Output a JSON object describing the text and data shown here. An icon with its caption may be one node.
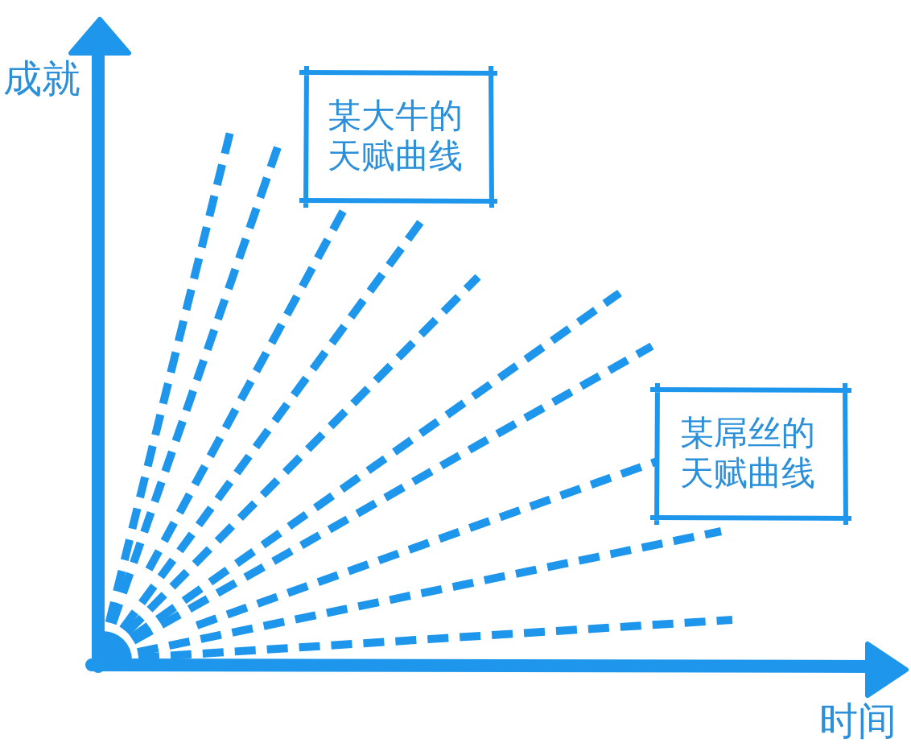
{
  "diagram": {
    "nodes": [
      {
        "text": [
          "某大牛的天赋曲线"
        ]
      },
      {
        "text": [
          "某屌丝的天赋曲线"
        ]
      }
    ],
    "edges": [
      {
        "from": null,
        "to": 0,
        "arrow": "none",
        "style": "dashed"
      },
      {
        "from": null,
        "to": 1,
        "arrow": "none",
        "style": "dashed"
      }
    ],
    "labels": [
      "成就",
      "时间"
    ]
  }
}
